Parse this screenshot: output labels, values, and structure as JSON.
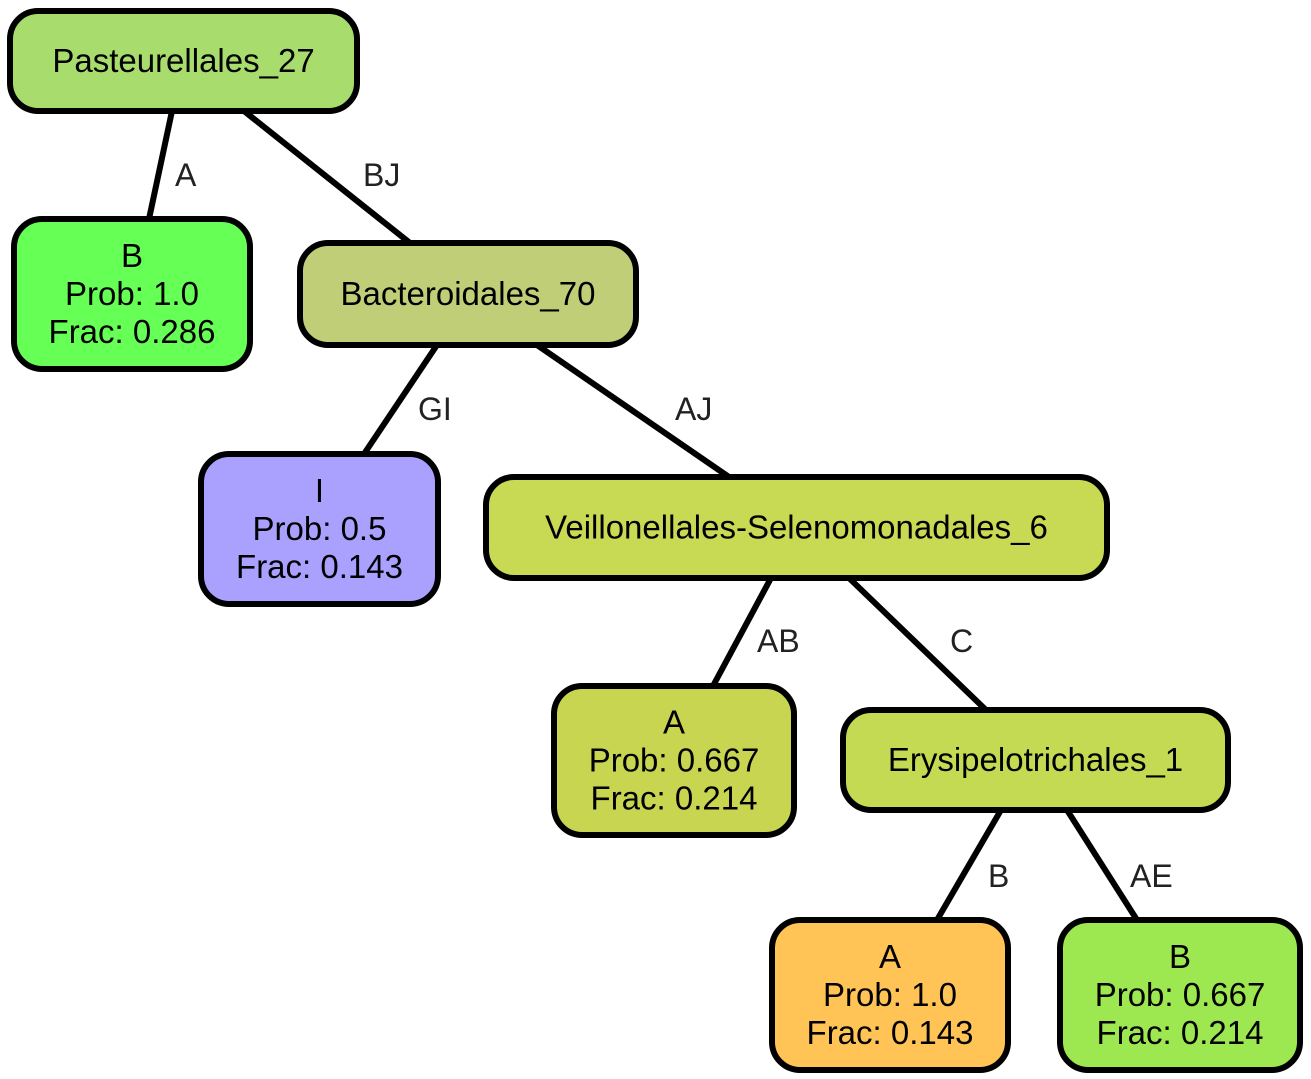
{
  "nodes": [
    {
      "id": "n_past",
      "lines": [
        "Pasteurellales_27"
      ],
      "color": "#a8dd6e"
    },
    {
      "id": "n_b1",
      "lines": [
        "B",
        "Prob: 1.0",
        "Frac: 0.286"
      ],
      "color": "#66ff55"
    },
    {
      "id": "n_bact",
      "lines": [
        "Bacteroidales_70"
      ],
      "color": "#c0ce78"
    },
    {
      "id": "n_i",
      "lines": [
        "I",
        "Prob: 0.5",
        "Frac: 0.143"
      ],
      "color": "#aaa1ff"
    },
    {
      "id": "n_veil",
      "lines": [
        "Veillonellales-Selenomonadales_6"
      ],
      "color": "#c8d953"
    },
    {
      "id": "n_a1",
      "lines": [
        "A",
        "Prob: 0.667",
        "Frac: 0.214"
      ],
      "color": "#c8d551"
    },
    {
      "id": "n_erys",
      "lines": [
        "Erysipelotrichales_1"
      ],
      "color": "#c5da53"
    },
    {
      "id": "n_a2",
      "lines": [
        "A",
        "Prob: 1.0",
        "Frac: 0.143"
      ],
      "color": "#ffc455"
    },
    {
      "id": "n_b2",
      "lines": [
        "B",
        "Prob: 0.667",
        "Frac: 0.214"
      ],
      "color": "#9de851"
    }
  ],
  "edges": [
    {
      "from": "n_past",
      "to": "n_b1",
      "label": "A"
    },
    {
      "from": "n_past",
      "to": "n_bact",
      "label": "BJ"
    },
    {
      "from": "n_bact",
      "to": "n_i",
      "label": "GI"
    },
    {
      "from": "n_bact",
      "to": "n_veil",
      "label": "AJ"
    },
    {
      "from": "n_veil",
      "to": "n_a1",
      "label": "AB"
    },
    {
      "from": "n_veil",
      "to": "n_erys",
      "label": "C"
    },
    {
      "from": "n_erys",
      "to": "n_a2",
      "label": "B"
    },
    {
      "from": "n_erys",
      "to": "n_b2",
      "label": "AE"
    }
  ]
}
